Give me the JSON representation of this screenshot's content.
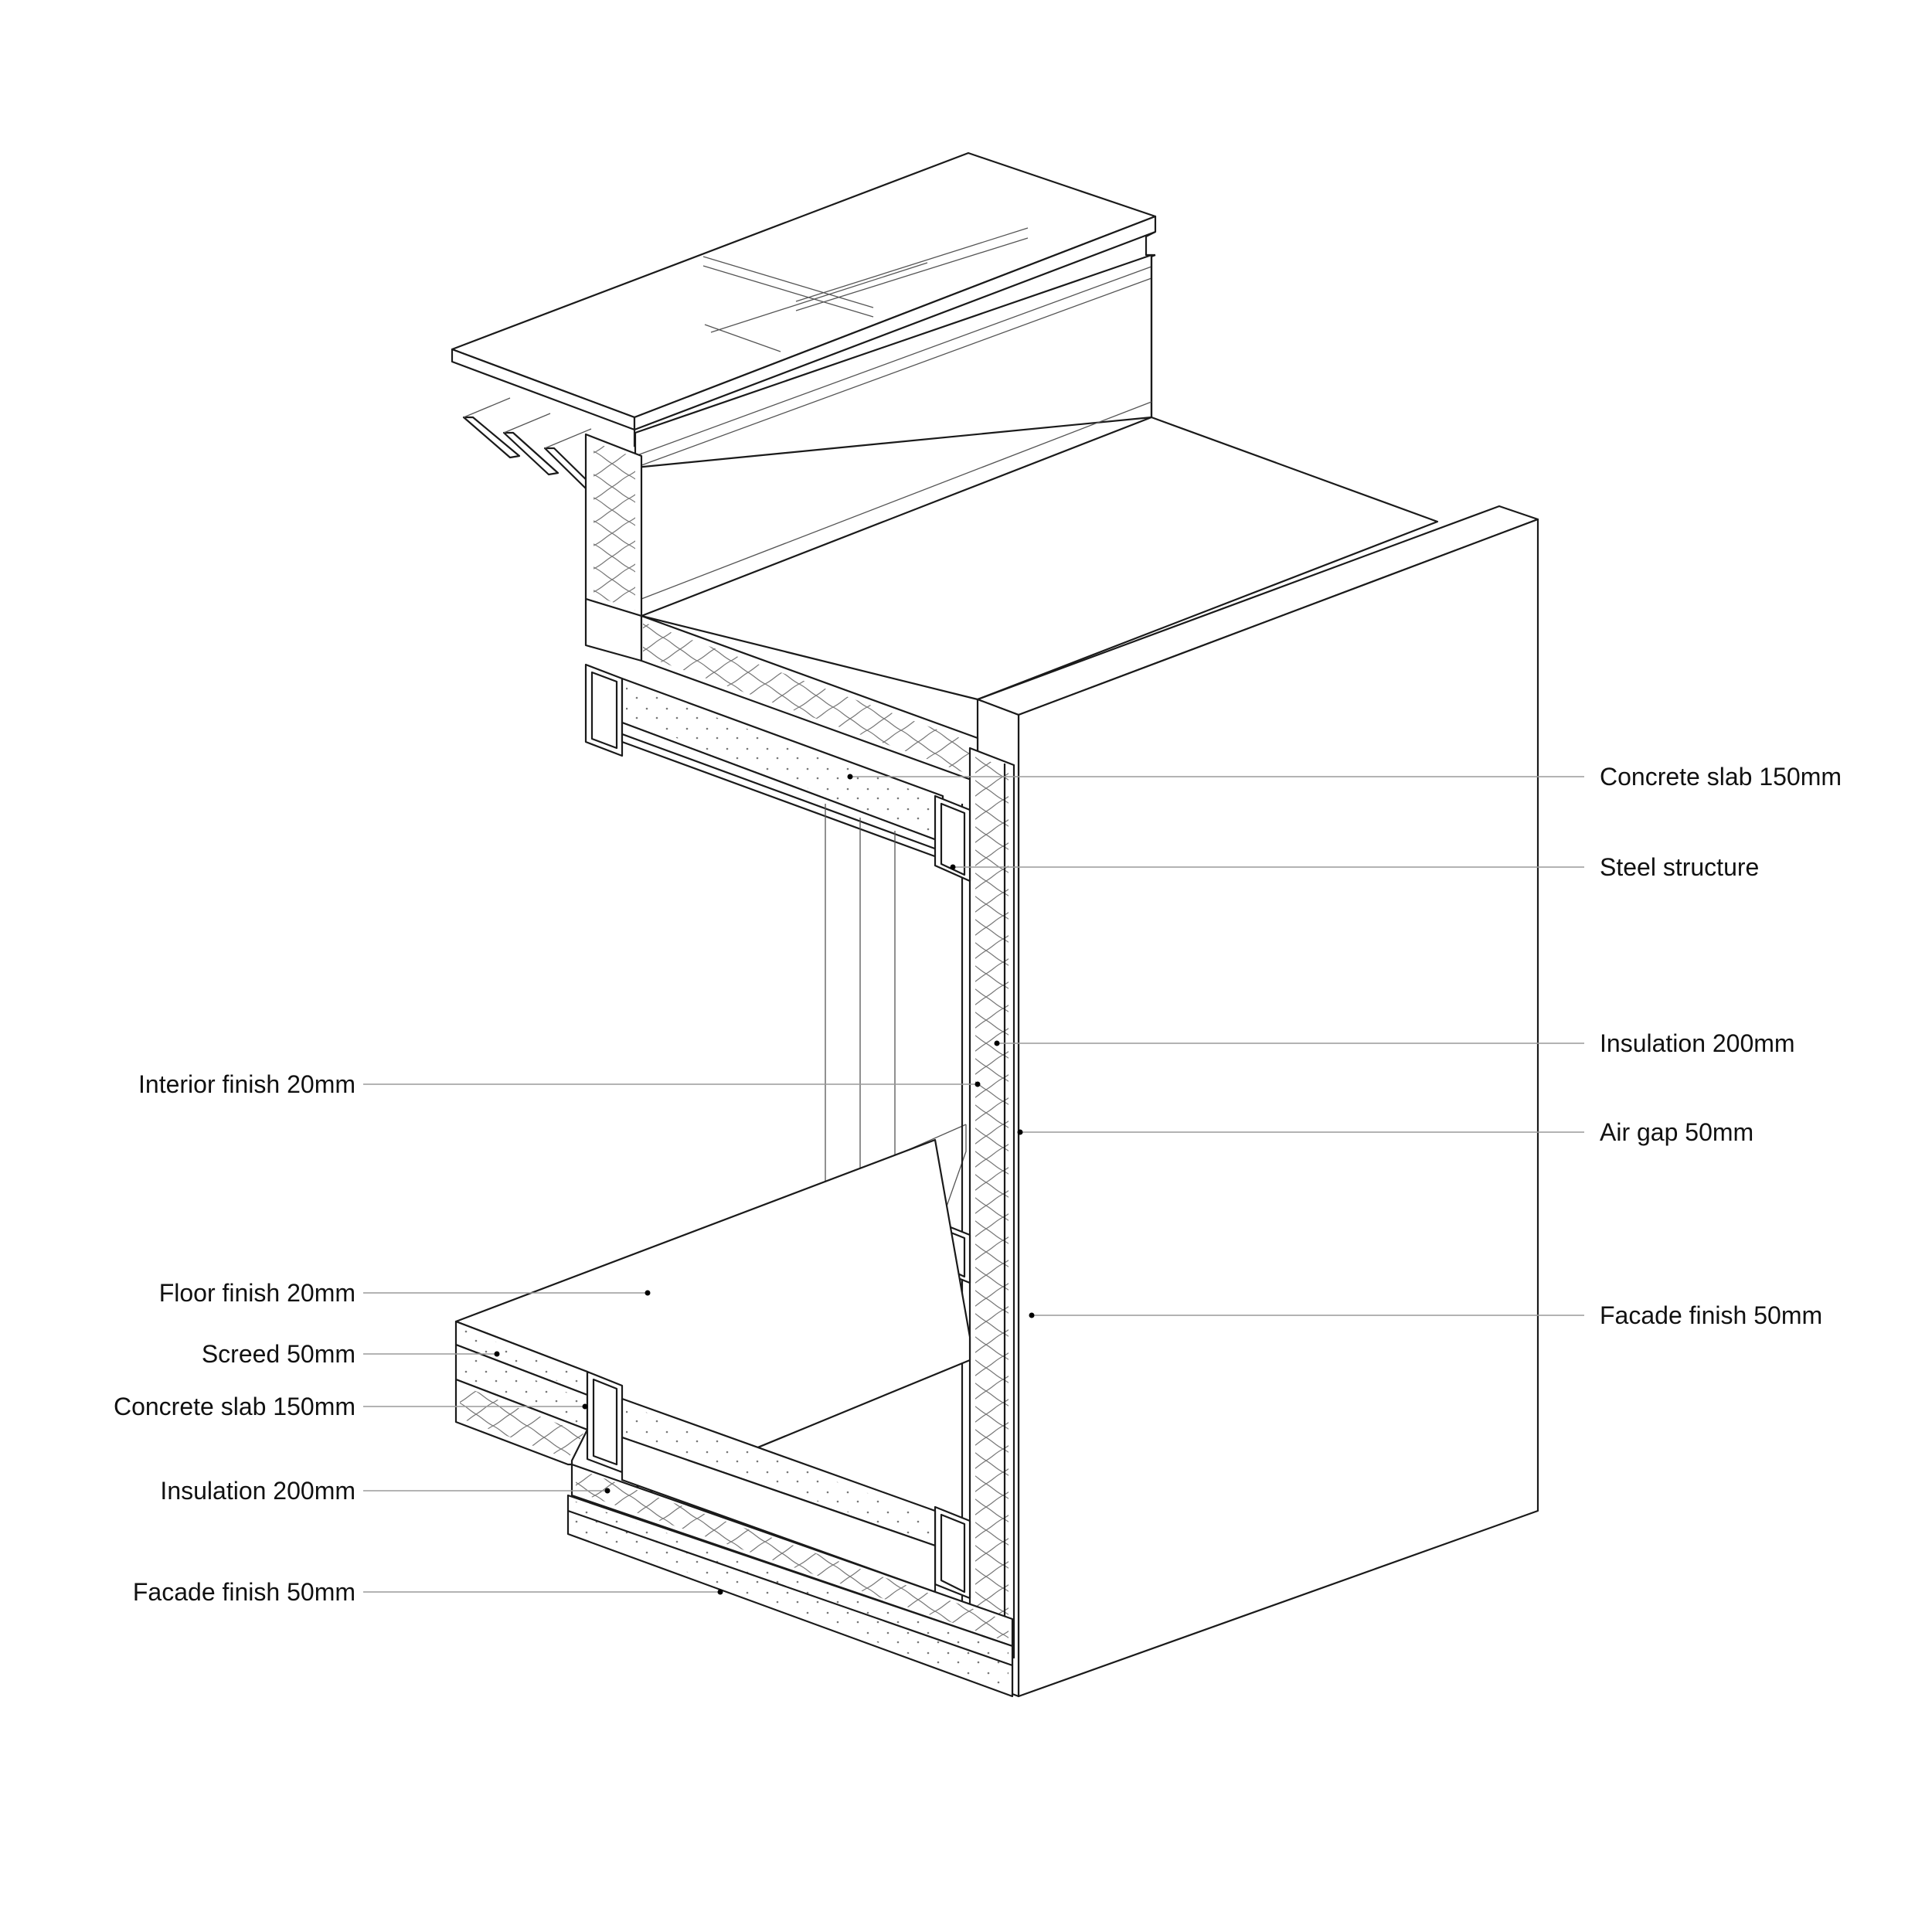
{
  "labels": {
    "right": {
      "concrete_slab": "Concrete slab 150mm",
      "steel_structure": "Steel structure",
      "insulation": "Insulation 200mm",
      "air_gap": "Air gap 50mm",
      "facade_finish": "Facade finish 50mm"
    },
    "left": {
      "interior_finish": "Interior finish 20mm",
      "floor_finish": "Floor finish 20mm",
      "screed": "Screed 50mm",
      "concrete_slab": "Concrete slab 150mm",
      "insulation": "Insulation 200mm",
      "facade_finish": "Facade finish 50mm"
    }
  },
  "colors": {
    "line": "#1a1a1a",
    "leader": "#9a9a9a",
    "text": "#111111",
    "background": "#ffffff"
  }
}
